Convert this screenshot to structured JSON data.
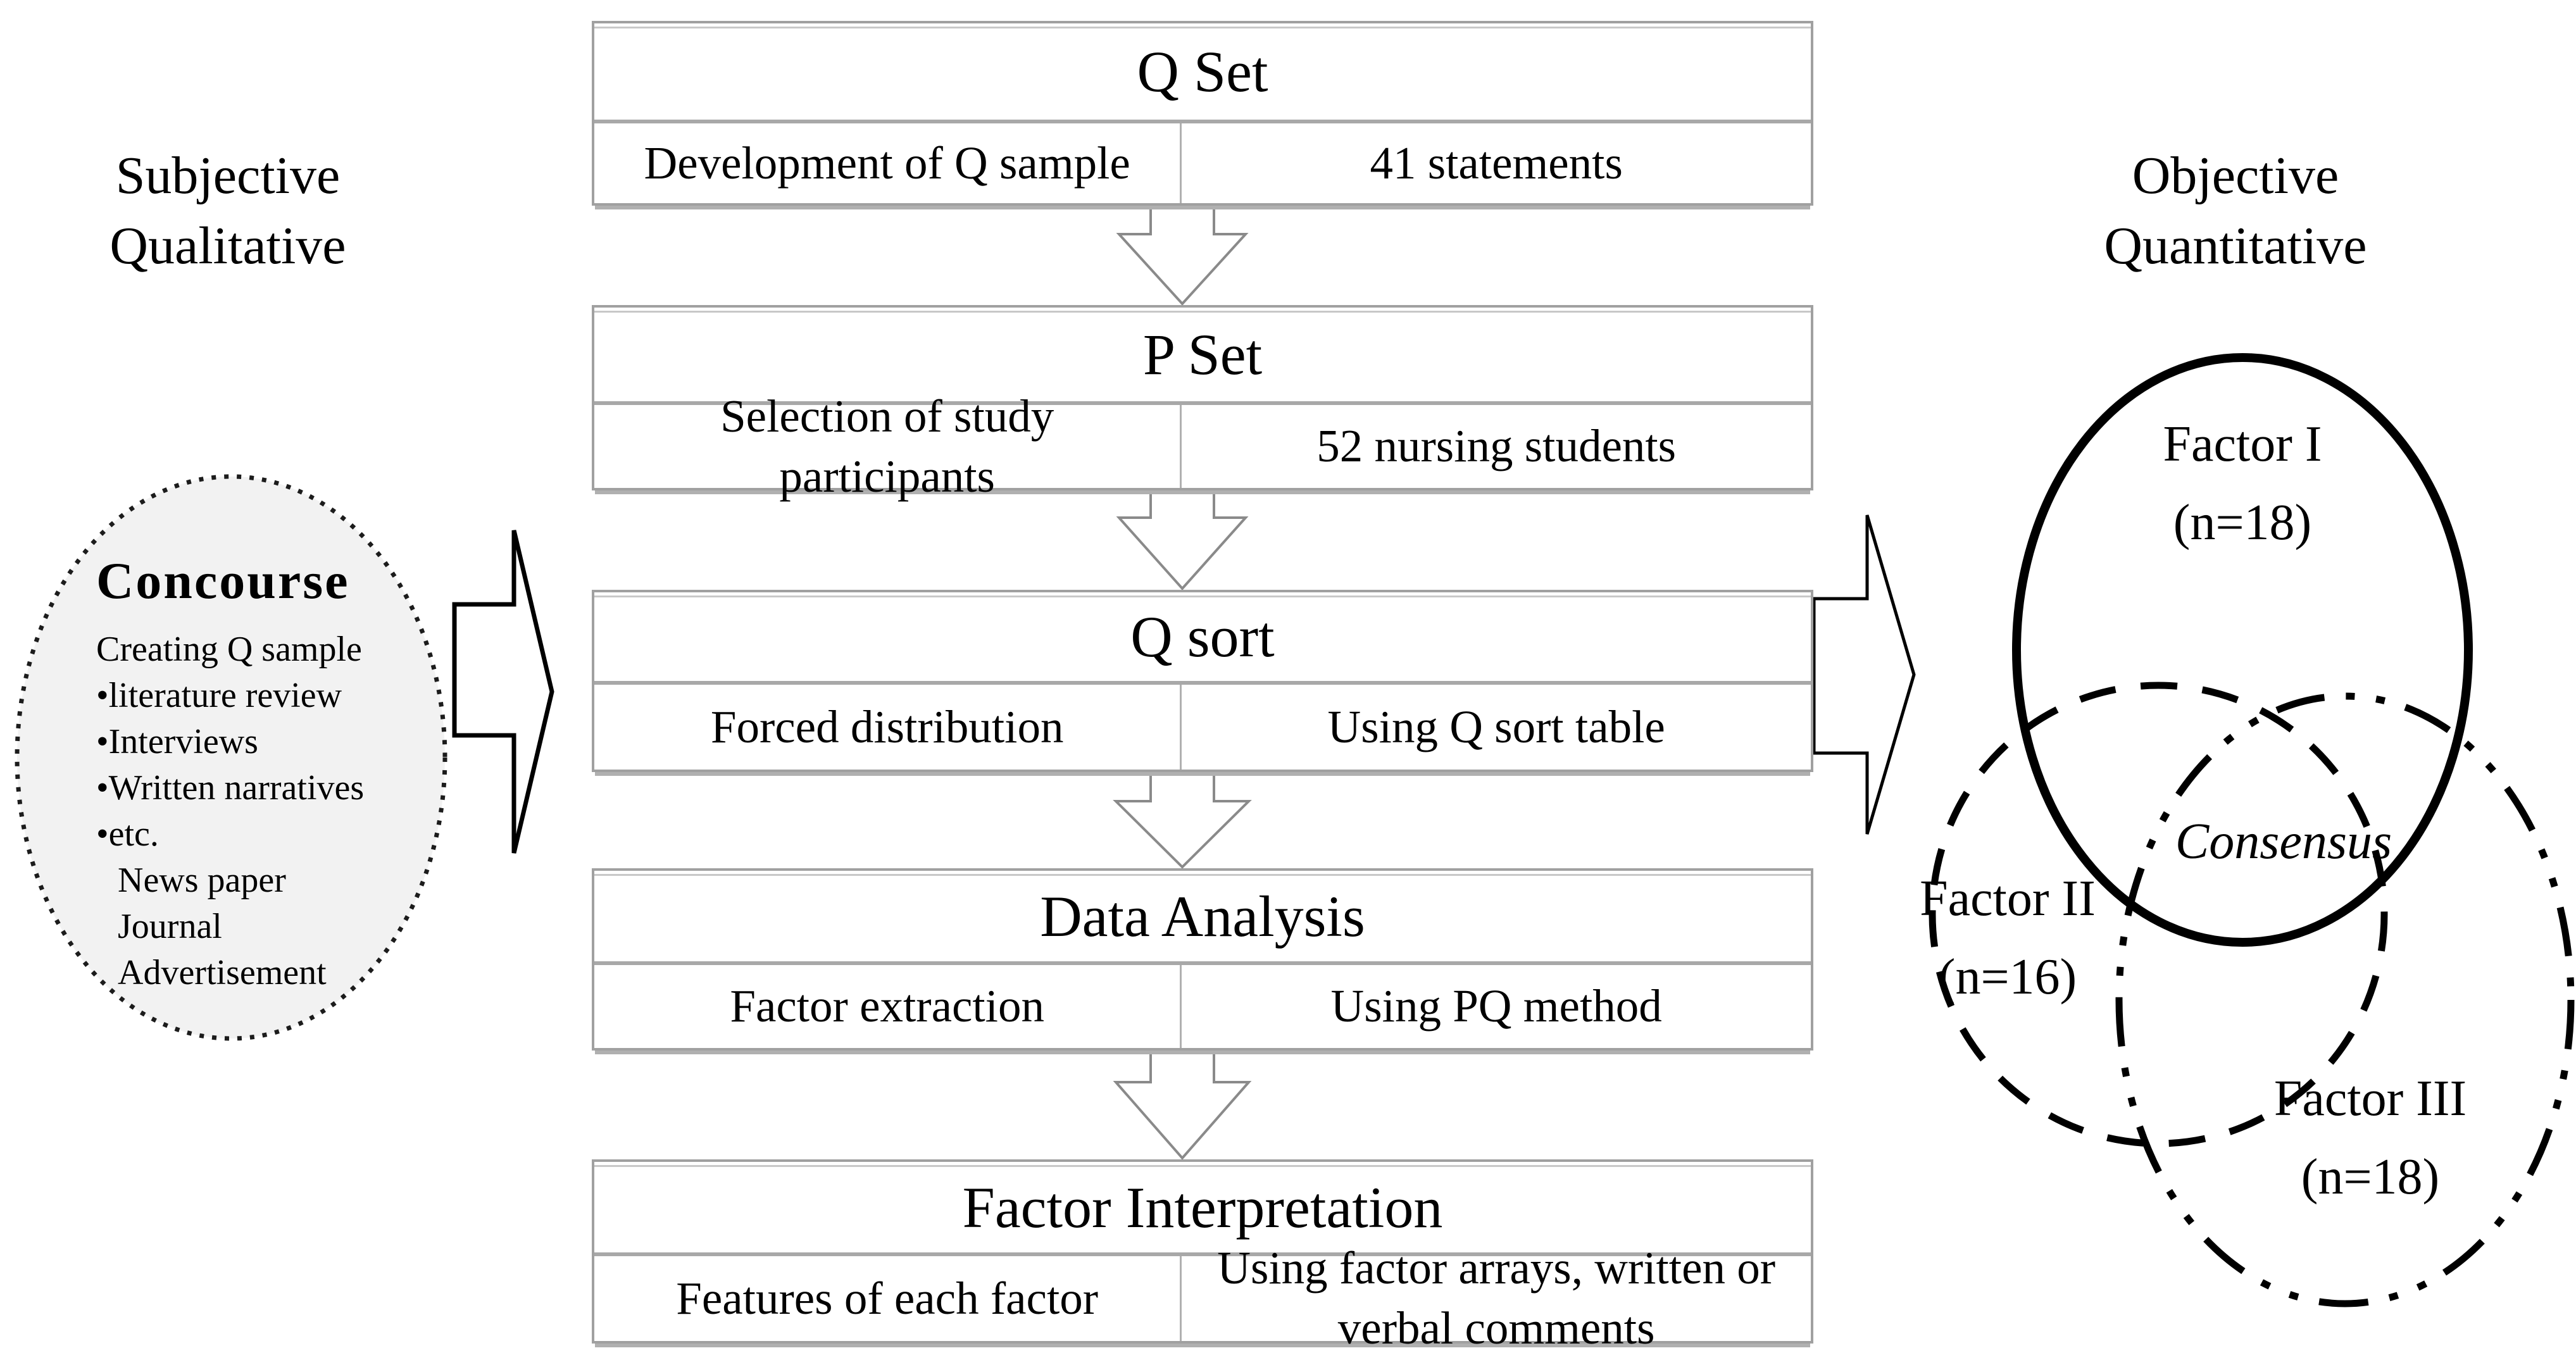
{
  "left_panel": {
    "title_line1": "Subjective",
    "title_line2": "Qualitative",
    "concourse": {
      "title": "Concourse",
      "items": [
        "Creating Q sample",
        "•literature review",
        "•Interviews",
        "•Written narratives",
        "•etc.",
        "News paper",
        "Journal",
        "Advertisement"
      ]
    }
  },
  "process": {
    "steps": [
      {
        "title": "Q Set",
        "left": "Development of Q sample",
        "right": "41 statements"
      },
      {
        "title": "P Set",
        "left": "Selection of study participants",
        "right": "52 nursing students"
      },
      {
        "title": "Q sort",
        "left": "Forced distribution",
        "right": "Using Q sort table"
      },
      {
        "title": "Data Analysis",
        "left": "Factor extraction",
        "right": "Using PQ method"
      },
      {
        "title": "Factor Interpretation",
        "left": "Features of each factor",
        "right": "Using factor arrays, written or verbal comments"
      }
    ]
  },
  "right_panel": {
    "title_line1": "Objective",
    "title_line2": "Quantitative",
    "venn": {
      "factor1_name": "Factor I",
      "factor1_n": "(n=18)",
      "factor2_name": "Factor II",
      "factor2_n": "(n=16)",
      "factor3_name": "Factor III",
      "factor3_n": "(n=18)",
      "consensus": "Consensus"
    }
  },
  "colors": {
    "diagram_ink": "#000000",
    "box_border": "#a0a0a0",
    "small_arrow_outline": "#8a8a8a",
    "concourse_fill": "#f2f2f2"
  }
}
